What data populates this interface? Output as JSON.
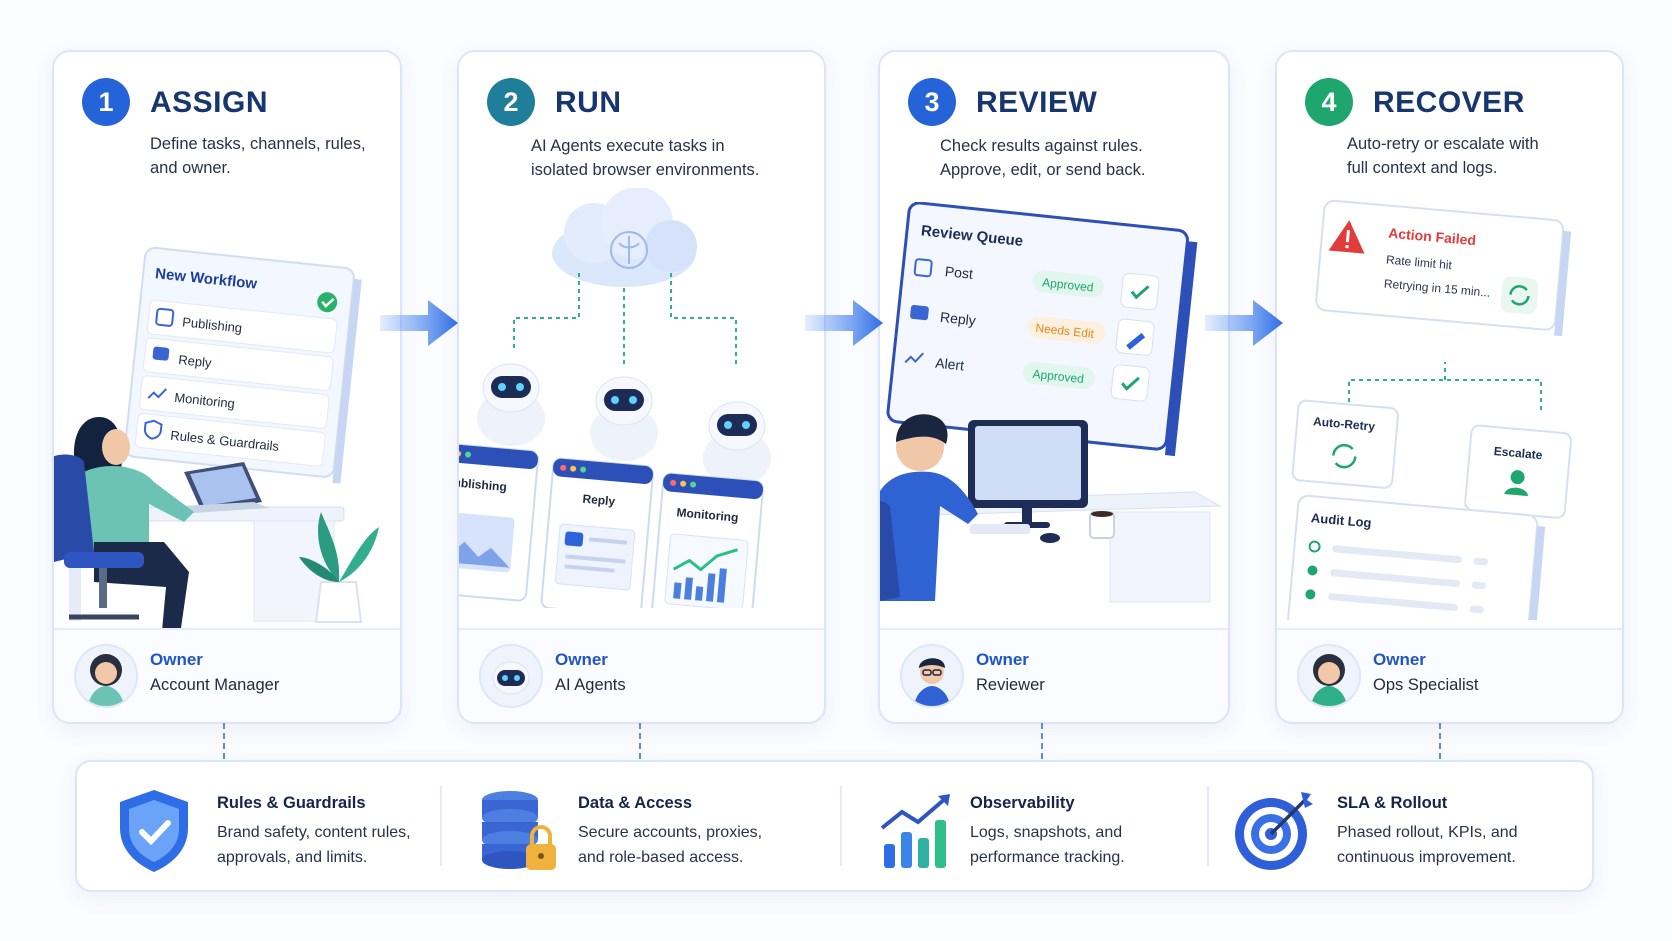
{
  "steps": [
    {
      "number": "1",
      "title": "ASSIGN",
      "description": "Define tasks, channels, rules, and owner.",
      "color": "#2563d9",
      "panel": {
        "title": "New Workflow",
        "items": [
          "Publishing",
          "Reply",
          "Monitoring",
          "Rules & Guardrails"
        ]
      },
      "owner_label": "Owner",
      "owner_value": "Account Manager"
    },
    {
      "number": "2",
      "title": "RUN",
      "description": "AI Agents execute tasks in isolated browser environments.",
      "color": "#1f7f9a",
      "windows": [
        "Publishing",
        "Reply",
        "Monitoring"
      ],
      "owner_label": "Owner",
      "owner_value": "AI Agents"
    },
    {
      "number": "3",
      "title": "REVIEW",
      "description": "Check results against rules. Approve, edit, or send back.",
      "color": "#2563d9",
      "queue": {
        "title": "Review Queue",
        "rows": [
          {
            "label": "Post",
            "status": "Approved"
          },
          {
            "label": "Reply",
            "status": "Needs Edit"
          },
          {
            "label": "Alert",
            "status": "Approved"
          }
        ]
      },
      "owner_label": "Owner",
      "owner_value": "Reviewer"
    },
    {
      "number": "4",
      "title": "RECOVER",
      "description": "Auto-retry or escalate with full context and logs.",
      "color": "#1fa66f",
      "alert": {
        "title": "Action Failed",
        "line1": "Rate limit hit",
        "line2": "Retrying in 15 min..."
      },
      "auto_retry": "Auto-Retry",
      "escalate": "Escalate",
      "audit_log": "Audit Log",
      "owner_label": "Owner",
      "owner_value": "Ops Specialist"
    }
  ],
  "bottom": [
    {
      "title": "Rules & Guardrails",
      "description": "Brand safety, content rules, approvals, and limits.",
      "icon": "shield-check-icon"
    },
    {
      "title": "Data & Access",
      "description": "Secure accounts, proxies, and role-based access.",
      "icon": "database-lock-icon"
    },
    {
      "title": "Observability",
      "description": "Logs, snapshots, and performance tracking.",
      "icon": "growth-chart-icon"
    },
    {
      "title": "SLA & Rollout",
      "description": "Phased rollout, KPIs, and continuous improvement.",
      "icon": "target-icon"
    }
  ],
  "colors": {
    "primary": "#2563d9",
    "approved": "#1fa66f",
    "needs_edit": "#e08a1e",
    "failed": "#e23b3b",
    "border": "#dce5f7"
  }
}
